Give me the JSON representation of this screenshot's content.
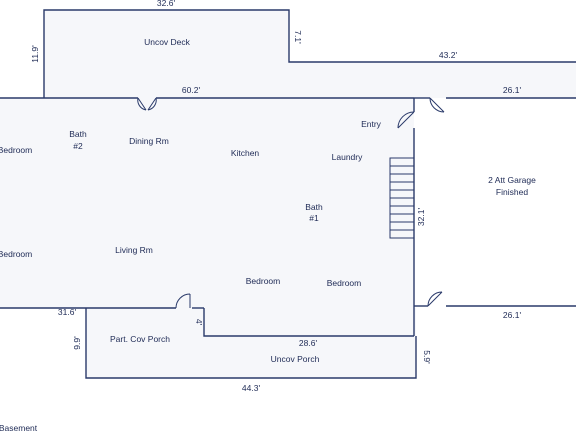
{
  "rooms": {
    "uncov_deck": "Uncov Deck",
    "bath2_line1": "Bath",
    "bath2_line2": "#2",
    "dining": "Dining Rm",
    "kitchen": "Kitchen",
    "entry": "Entry",
    "laundry": "Laundry",
    "bedroom_left_top": "Bedroom",
    "bedroom_left_bottom": "Bedroom",
    "living": "Living Rm",
    "bath1_line1": "Bath",
    "bath1_line2": "#1",
    "bedroom_mid": "Bedroom",
    "bedroom_right": "Bedroom",
    "garage_line1": "2 Att Garage",
    "garage_line2": "Finished",
    "part_cov_porch": "Part. Cov Porch",
    "uncov_porch": "Uncov Porch",
    "basement": "Basement"
  },
  "dimensions": {
    "deck_top": "32.6'",
    "deck_left": "11.9'",
    "deck_step": "7.1'",
    "deck_right": "43.2'",
    "house_top": "60.2'",
    "garage_top": "26.1'",
    "stair_wall": "32.1'",
    "garage_bottom": "26.1'",
    "house_bottom_left": "31.6'",
    "porch_notch": "4'",
    "porch_left": "9.9'",
    "porch_inner": "28.6'",
    "porch_right": "5.9'",
    "porch_bottom": "44.3'"
  }
}
